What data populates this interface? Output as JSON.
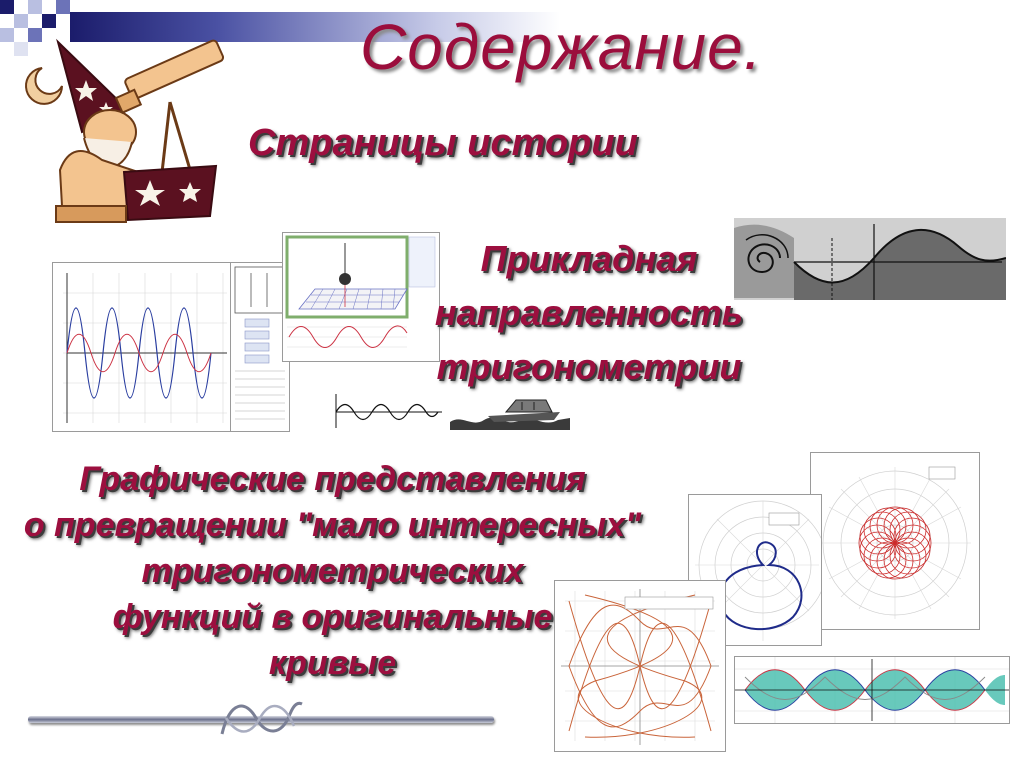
{
  "slide": {
    "title": "Содержание.",
    "sections": [
      {
        "id": "history",
        "label": "Страницы истории"
      },
      {
        "id": "applied",
        "lines": [
          "Прикладная",
          "направленность",
          "тригонометрии"
        ]
      },
      {
        "id": "graphic",
        "lines": [
          "Графические представления",
          "о превращении \"мало интересных\"",
          "тригонометрических",
          "функций в оригинальные",
          "кривые"
        ]
      }
    ]
  },
  "colors": {
    "title": "#9b0e3c",
    "heading": "#9c0f3f",
    "corner_dark": "#1b1c6b",
    "corner_light": "#b9bfe1",
    "curve_blue": "#1f2b8a",
    "curve_red": "#cc2a2a",
    "curve_orange": "#c9643a",
    "teal": "#4ec0b0"
  },
  "decor": {
    "astronomer": "astronomer-with-telescope-clipart",
    "icons": [
      "telescope-icon",
      "star-icon",
      "moon-icon"
    ]
  }
}
